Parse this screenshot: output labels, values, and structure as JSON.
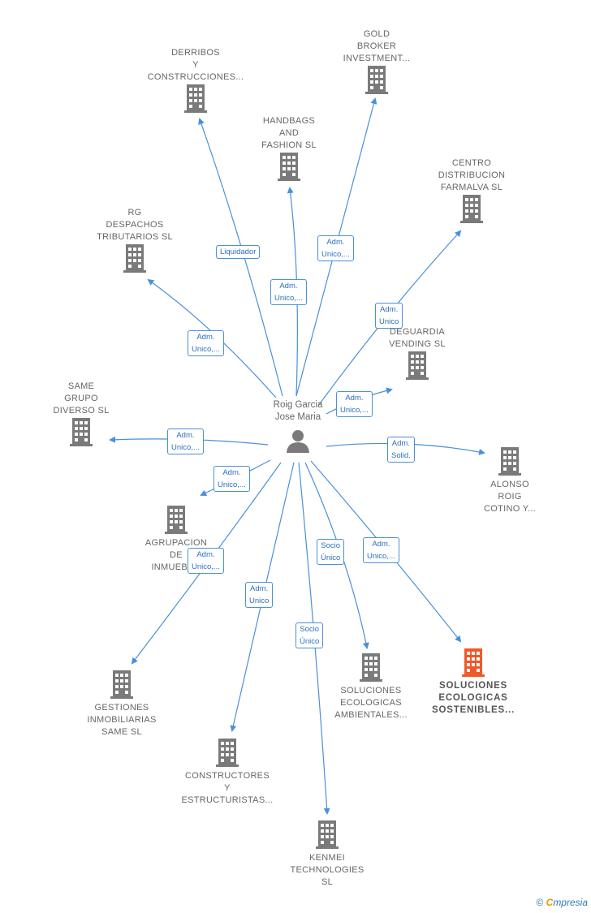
{
  "center": {
    "name": "Roig Garcia\nJose Maria"
  },
  "colors": {
    "edge": "#4a90d9",
    "node": "#7a7a7a",
    "highlight": "#f05a28"
  },
  "nodes": [
    {
      "id": "derribos",
      "label": "DERRIBOS\nY\nCONSTRUCCIONES..."
    },
    {
      "id": "gold",
      "label": "GOLD\nBROKER\nINVESTMENT..."
    },
    {
      "id": "handbags",
      "label": "HANDBAGS\nAND\nFASHION  SL"
    },
    {
      "id": "centro",
      "label": "CENTRO\nDISTRIBUCION\nFARMALVA  SL"
    },
    {
      "id": "rg",
      "label": "RG\nDESPACHOS\nTRIBUTARIOS SL"
    },
    {
      "id": "deguardia",
      "label": "DEGUARDIA\nVENDING SL"
    },
    {
      "id": "same",
      "label": "SAME\nGRUPO\nDIVERSO  SL"
    },
    {
      "id": "alonso",
      "label": "ALONSO\nROIG\nCOTINO Y..."
    },
    {
      "id": "agrupacion",
      "label": "AGRUPACION\nDE\nINMUEBL..."
    },
    {
      "id": "gestiones",
      "label": "GESTIONES\nINMOBILIARIAS\nSAME  SL"
    },
    {
      "id": "constructores",
      "label": "CONSTRUCTORES\nY\nESTRUCTURISTAS..."
    },
    {
      "id": "kenmei",
      "label": "KENMEI\nTECHNOLOGIES\nSL"
    },
    {
      "id": "solamb",
      "label": "SOLUCIONES\nECOLOGICAS\nAMBIENTALES..."
    },
    {
      "id": "solsos",
      "label": "SOLUCIONES\nECOLOGICAS\nSOSTENIBLES..."
    }
  ],
  "badges": [
    {
      "id": "b-derribos",
      "text": "Liquidador"
    },
    {
      "id": "b-gold",
      "text": "Adm.\nUnico,..."
    },
    {
      "id": "b-handbags",
      "text": "Adm.\nUnico,..."
    },
    {
      "id": "b-centro",
      "text": "Adm.\nUnico"
    },
    {
      "id": "b-rg",
      "text": "Adm.\nUnico,..."
    },
    {
      "id": "b-deguardia",
      "text": "Adm.\nUnico,..."
    },
    {
      "id": "b-same",
      "text": "Adm.\nUnico,..."
    },
    {
      "id": "b-alonso",
      "text": "Adm.\nSolid."
    },
    {
      "id": "b-agrupacion",
      "text": "Adm.\nUnico,..."
    },
    {
      "id": "b-gestiones",
      "text": "Adm.\nUnico,..."
    },
    {
      "id": "b-constructores",
      "text": "Adm.\nUnico"
    },
    {
      "id": "b-kenmei",
      "text": "Socio\nÚnico"
    },
    {
      "id": "b-solamb",
      "text": "Socio\nÚnico"
    },
    {
      "id": "b-solsos",
      "text": "Adm.\nUnico,..."
    }
  ],
  "footer": {
    "copyright": "©",
    "brand_first": "C",
    "brand_rest": "mpresia"
  }
}
